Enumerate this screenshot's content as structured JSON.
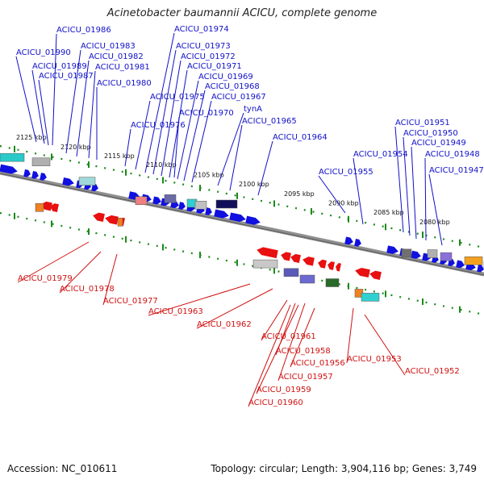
{
  "title": "Acinetobacter baumannii ACICU, complete genome",
  "footer": {
    "accession": "Accession: NC_010611",
    "summary": "Topology: circular; Length: 3,904,116 bp; Genes: 3,749"
  },
  "colors": {
    "forward": "#1010e0",
    "reverse": "#e81010",
    "forward_label": "#1010c8",
    "reverse_label": "#d01010",
    "backbone": "#909090",
    "tick": "#1a8a1a"
  },
  "kbp_ticks": [
    "2125 kbp",
    "2120 kbp",
    "2115 kbp",
    "2110 kbp",
    "2105 kbp",
    "2100 kbp",
    "2095 kbp",
    "2090 kbp",
    "2085 kbp",
    "2080 kbp"
  ],
  "forward_labels": [
    "ACICU_01986",
    "ACICU_01990",
    "ACICU_01983",
    "ACICU_01982",
    "ACICU_01989",
    "ACICU_01981",
    "ACICU_01987",
    "ACICU_01980",
    "ACICU_01974",
    "ACICU_01973",
    "ACICU_01972",
    "ACICU_01971",
    "ACICU_01969",
    "ACICU_01968",
    "ACICU_01975",
    "ACICU_01967",
    "ACICU_01970",
    "tynA",
    "ACICU_01965",
    "ACICU_01976",
    "ACICU_01964",
    "ACICU_01951",
    "ACICU_01950",
    "ACICU_01949",
    "ACICU_01954",
    "ACICU_01948",
    "ACICU_01955",
    "ACICU_01947"
  ],
  "reverse_labels": [
    "ACICU_01979",
    "ACICU_01978",
    "ACICU_01977",
    "ACICU_01963",
    "ACICU_01962",
    "ACICU_01961",
    "ACICU_01958",
    "ACICU_01956",
    "ACICU_01953",
    "ACICU_01957",
    "ACICU_01952",
    "ACICU_01959",
    "ACICU_01960"
  ]
}
